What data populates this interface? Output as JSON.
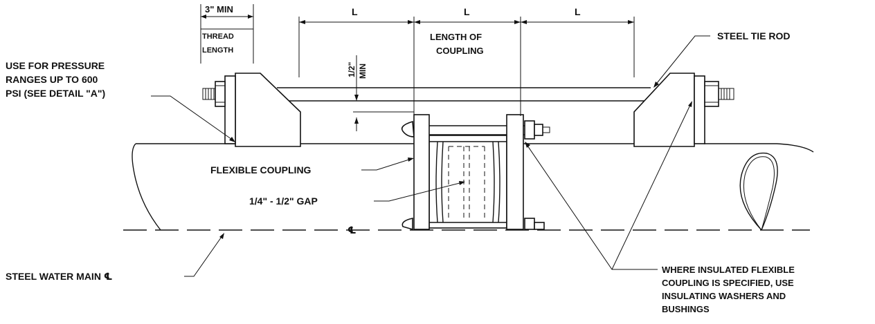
{
  "dimensions": {
    "thread_min": "3\" MIN",
    "thread_label_1": "THREAD",
    "thread_label_2": "LENGTH",
    "l1": "L",
    "l2": "L",
    "l3": "L",
    "coupling_length_1": "LENGTH OF",
    "coupling_length_2": "COUPLING",
    "half_inch": "1/2\"",
    "min": "MIN"
  },
  "callouts": {
    "steel_tie_rod": "STEEL TIE ROD",
    "pressure_1": "USE FOR PRESSURE",
    "pressure_2": "RANGES UP TO 600",
    "pressure_3": "PSI (SEE DETAIL \"A\")",
    "flexible_coupling": "FLEXIBLE COUPLING",
    "gap": "1/4\" - 1/2\" GAP",
    "steel_water_main": "STEEL WATER MAIN ℄",
    "centerline_symbol": "℄",
    "insulated_1": "WHERE INSULATED FLEXIBLE",
    "insulated_2": "COUPLING IS SPECIFIED, USE",
    "insulated_3": "INSULATING WASHERS AND",
    "insulated_4": "BUSHINGS"
  }
}
